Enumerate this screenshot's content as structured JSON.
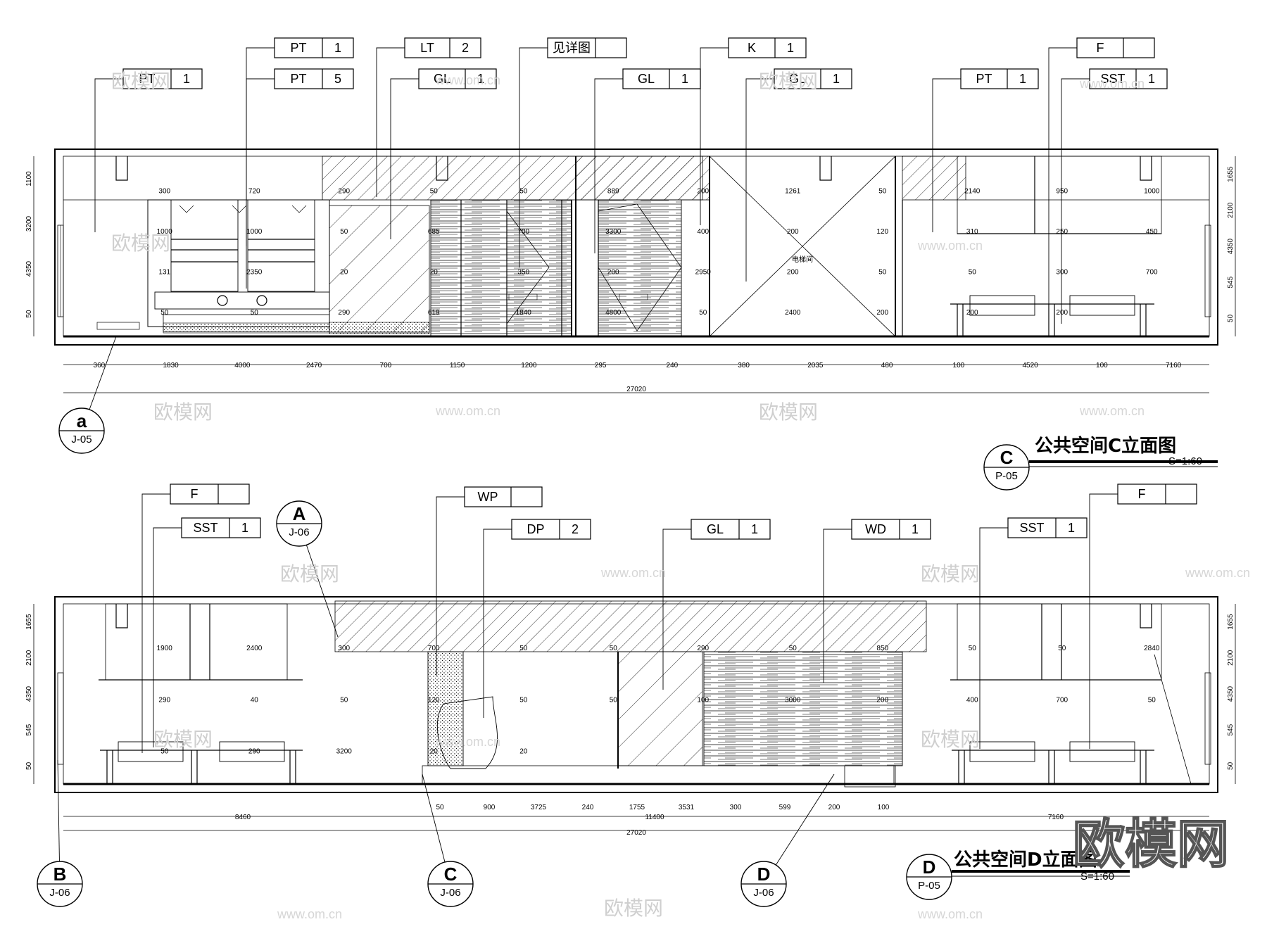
{
  "sections": [
    {
      "id": "C",
      "title": "公共空间C立面图",
      "scale": "S=1:60",
      "sheet_bubble": {
        "top": "C",
        "bottom": "P-05"
      },
      "material_tags": [
        {
          "code": "PT",
          "num": "1"
        },
        {
          "code": "PT",
          "num": "1"
        },
        {
          "code": "PT",
          "num": "5"
        },
        {
          "code": "LT",
          "num": "2"
        },
        {
          "code": "GL",
          "num": "1"
        },
        {
          "code": "见详图",
          "num": ""
        },
        {
          "code": "GL",
          "num": "1"
        },
        {
          "code": "K",
          "num": "1"
        },
        {
          "code": "GL",
          "num": "1"
        },
        {
          "code": "PT",
          "num": "1"
        },
        {
          "code": "F",
          "num": ""
        },
        {
          "code": "SST",
          "num": "1"
        }
      ],
      "ref_bubbles": [
        {
          "top": "a",
          "bottom": "J-05"
        }
      ],
      "bottom_dims": [
        "360",
        "1830",
        "4000",
        "2470",
        "700",
        "1150",
        "1200",
        "295",
        "240",
        "380",
        "2035",
        "480",
        "100",
        "4520",
        "100",
        "7160"
      ],
      "total_dim": "27020",
      "left_dims": [
        "1100",
        "3200",
        "4350",
        "50"
      ],
      "right_dims": [
        "1655",
        "2100",
        "4350",
        "545",
        "50"
      ],
      "inner_dims": [
        "300",
        "720",
        "290",
        "50",
        "50",
        "889",
        "200",
        "1261",
        "50",
        "2140",
        "950",
        "1000",
        "1000",
        "1000",
        "50",
        "685",
        "700",
        "3300",
        "400",
        "200",
        "120",
        "310",
        "250",
        "450",
        "131",
        "2350",
        "20",
        "20",
        "350",
        "200",
        "2950",
        "200",
        "50",
        "50",
        "300",
        "700",
        "50",
        "50",
        "290",
        "619",
        "1840",
        "4800",
        "50",
        "2400",
        "200",
        "200",
        "200"
      ],
      "elevator_label": "电梯间"
    },
    {
      "id": "D",
      "title": "公共空间D立面图",
      "scale": "S=1:60",
      "sheet_bubble": {
        "top": "D",
        "bottom": "P-05"
      },
      "material_tags": [
        {
          "code": "F",
          "num": ""
        },
        {
          "code": "SST",
          "num": "1"
        },
        {
          "code": "WP",
          "num": ""
        },
        {
          "code": "DP",
          "num": "2"
        },
        {
          "code": "GL",
          "num": "1"
        },
        {
          "code": "WD",
          "num": "1"
        },
        {
          "code": "SST",
          "num": "1"
        },
        {
          "code": "F",
          "num": ""
        }
      ],
      "ref_bubbles": [
        {
          "top": "A",
          "bottom": "J-06"
        },
        {
          "top": "B",
          "bottom": "J-06"
        },
        {
          "top": "C",
          "bottom": "J-06"
        },
        {
          "top": "D",
          "bottom": "J-06"
        }
      ],
      "bottom_dims": [
        "50",
        "900",
        "3725",
        "240",
        "1755",
        "3531",
        "300",
        "599",
        "200",
        "100"
      ],
      "mid_dims": [
        "8460",
        "11400",
        "7160"
      ],
      "total_dim": "27020",
      "left_dims": [
        "1655",
        "2100",
        "4350",
        "545",
        "50"
      ],
      "right_dims": [
        "1655",
        "2100",
        "4350",
        "545",
        "50"
      ],
      "inner_dims": [
        "1900",
        "2400",
        "300",
        "700",
        "50",
        "50",
        "290",
        "50",
        "850",
        "50",
        "50",
        "2840",
        "290",
        "40",
        "50",
        "120",
        "50",
        "50",
        "100",
        "3000",
        "200",
        "400",
        "700",
        "50",
        "50",
        "290",
        "3200",
        "20",
        "20"
      ]
    }
  ],
  "watermark": {
    "brand": "欧模网",
    "url": "www.om.cn",
    "big": "欧模网"
  },
  "colors": {
    "line": "#000000",
    "background": "#ffffff",
    "watermark": "#cfcfcf"
  }
}
